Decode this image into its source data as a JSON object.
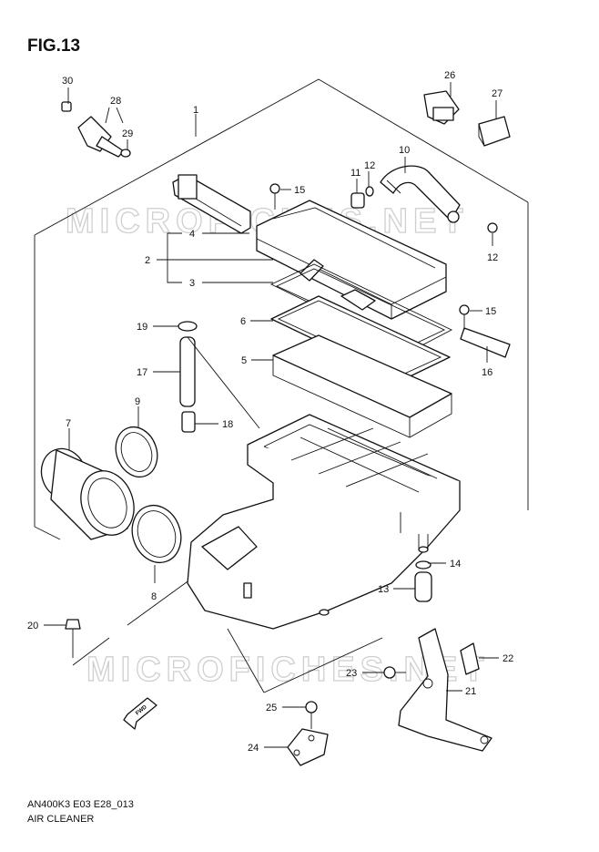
{
  "figure": {
    "title": "FIG.13"
  },
  "footer": {
    "code": "AN400K3 E03 E28_013",
    "name": "AIR CLEANER"
  },
  "watermark": "MICROFICHES.NET",
  "fwd_mark": "FWD",
  "callouts": [
    "30",
    "28",
    "29",
    "1",
    "26",
    "27",
    "10",
    "11",
    "12",
    "15",
    "4",
    "2",
    "3",
    "12",
    "6",
    "15",
    "19",
    "5",
    "16",
    "17",
    "9",
    "18",
    "7",
    "14",
    "13",
    "8",
    "20",
    "22",
    "23",
    "21",
    "25",
    "24"
  ]
}
